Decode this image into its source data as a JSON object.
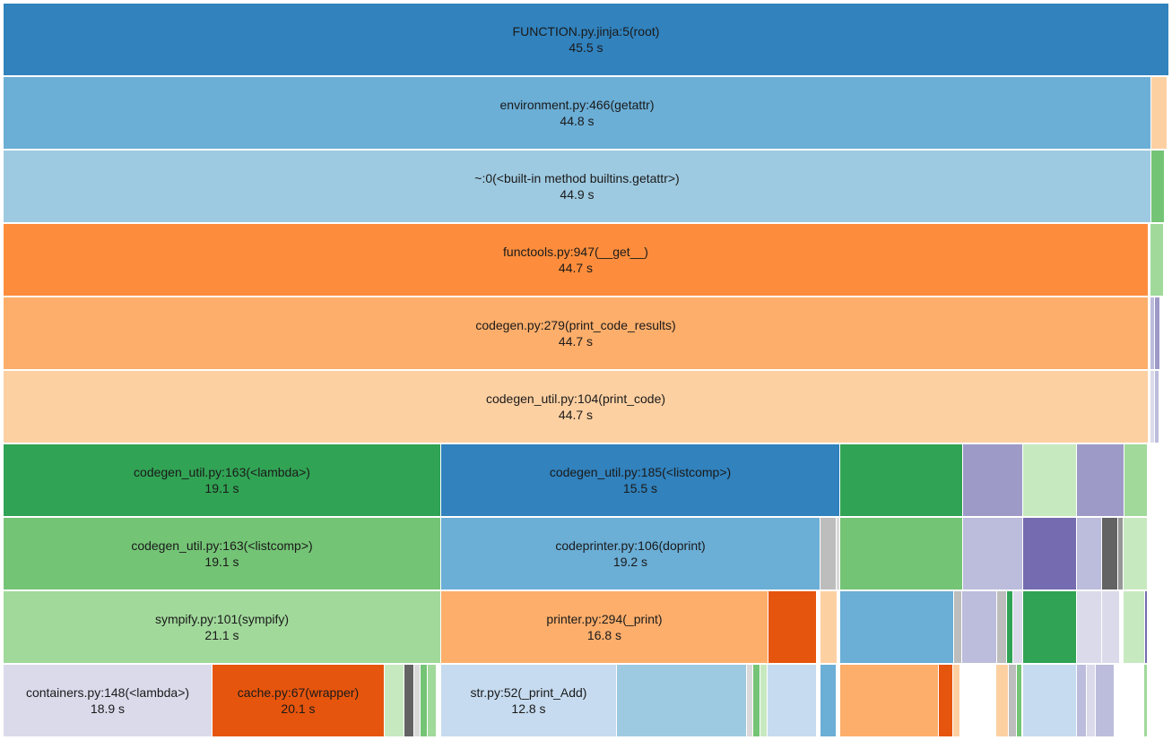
{
  "chart_data": {
    "type": "icicle",
    "unit": "s",
    "rows": [
      [
        {
          "label": "FUNCTION.py.jinja:5(root)",
          "value": "45.5 s",
          "color": "#3182bd"
        }
      ],
      [
        {
          "label": "environment.py:466(getattr)",
          "value": "44.8 s",
          "color": "#6baed6"
        },
        {
          "label": "",
          "value": "",
          "color": "#fdd0a2"
        }
      ],
      [
        {
          "label": "~:0(<built-in method builtins.getattr>)",
          "value": "44.9 s",
          "color": "#9ecae1"
        },
        {
          "label": "",
          "value": "",
          "color": "#74c476"
        }
      ],
      [
        {
          "label": "functools.py:947(__get__)",
          "value": "44.7 s",
          "color": "#fd8d3c"
        },
        {
          "label": "",
          "value": "",
          "color": "#a1d99b"
        }
      ],
      [
        {
          "label": "codegen.py:279(print_code_results)",
          "value": "44.7 s",
          "color": "#fdae6b"
        },
        {
          "label": "",
          "value": "",
          "color": "#bcbddc"
        },
        {
          "label": "",
          "value": "",
          "color": "#9e9ac8"
        }
      ],
      [
        {
          "label": "codegen_util.py:104(print_code)",
          "value": "44.7 s",
          "color": "#fdd0a2"
        },
        {
          "label": "",
          "value": "",
          "color": "#dadaeb"
        },
        {
          "label": "",
          "value": "",
          "color": "#bcbddc"
        }
      ],
      [
        {
          "label": "codegen_util.py:163(<lambda>)",
          "value": "19.1 s",
          "color": "#31a354"
        },
        {
          "label": "codegen_util.py:185(<listcomp>)",
          "value": "15.5 s",
          "color": "#3182bd"
        },
        {
          "label": "",
          "value": "",
          "color": "#31a354"
        },
        {
          "label": "",
          "value": "",
          "color": "#9e9ac8"
        },
        {
          "label": "",
          "value": "",
          "color": "#c7e9c0"
        },
        {
          "label": "",
          "value": "",
          "color": "#9e9ac8"
        },
        {
          "label": "",
          "value": "",
          "color": "#a1d99b"
        }
      ],
      [
        {
          "label": "codegen_util.py:163(<listcomp>)",
          "value": "19.1 s",
          "color": "#74c476"
        },
        {
          "label": "codeprinter.py:106(doprint)",
          "value": "19.2 s",
          "color": "#6baed6"
        },
        {
          "label": "",
          "value": "",
          "color": "#bdbdbd"
        },
        {
          "label": "",
          "value": "",
          "color": "#d9d9d9"
        },
        {
          "label": "",
          "value": "",
          "color": "#74c476"
        },
        {
          "label": "",
          "value": "",
          "color": "#bcbddc"
        },
        {
          "label": "",
          "value": "",
          "color": "#756bb1"
        },
        {
          "label": "",
          "value": "",
          "color": "#bcbddc"
        },
        {
          "label": "",
          "value": "",
          "color": "#636363"
        },
        {
          "label": "",
          "value": "",
          "color": "#969696"
        },
        {
          "label": "",
          "value": "",
          "color": "#c7e9c0"
        }
      ],
      [
        {
          "label": "sympify.py:101(sympify)",
          "value": "21.1 s",
          "color": "#a1d99b"
        },
        {
          "label": "printer.py:294(_print)",
          "value": "16.8 s",
          "color": "#fdae6b"
        },
        {
          "label": "",
          "value": "",
          "color": "#e6550d"
        },
        {
          "label": "",
          "value": "",
          "color": "#ffffff"
        },
        {
          "label": "",
          "value": "",
          "color": "#fdd0a2"
        },
        {
          "label": "",
          "value": "",
          "color": "#6baed6"
        },
        {
          "label": "",
          "value": "",
          "color": "#bdbdbd"
        },
        {
          "label": "",
          "value": "",
          "color": "#bcbddc"
        },
        {
          "label": "",
          "value": "",
          "color": "#bdbdbd"
        },
        {
          "label": "",
          "value": "",
          "color": "#31a354"
        },
        {
          "label": "",
          "value": "",
          "color": "#dadaeb"
        },
        {
          "label": "",
          "value": "",
          "color": "#31a354"
        },
        {
          "label": "",
          "value": "",
          "color": "#dadaeb"
        },
        {
          "label": "",
          "value": "",
          "color": "#dadaeb"
        },
        {
          "label": "",
          "value": "",
          "color": "#c7e9c0"
        },
        {
          "label": "",
          "value": "",
          "color": "#756bb1"
        }
      ],
      [
        {
          "label": "containers.py:148(<lambda>)",
          "value": "18.9 s",
          "color": "#dadaeb"
        },
        {
          "label": "cache.py:67(wrapper)",
          "value": "20.1 s",
          "color": "#e6550d"
        },
        {
          "label": "",
          "value": "",
          "color": "#c7e9c0"
        },
        {
          "label": "",
          "value": "",
          "color": "#636363"
        },
        {
          "label": "",
          "value": "",
          "color": "#d9d9d9"
        },
        {
          "label": "",
          "value": "",
          "color": "#74c476"
        },
        {
          "label": "",
          "value": "",
          "color": "#a1d99b"
        },
        {
          "label": "str.py:52(_print_Add)",
          "value": "12.8 s",
          "color": "#c6dbef"
        },
        {
          "label": "",
          "value": "",
          "color": "#9ecae1"
        },
        {
          "label": "",
          "value": "",
          "color": "#d9d9d9"
        },
        {
          "label": "",
          "value": "",
          "color": "#74c476"
        },
        {
          "label": "",
          "value": "",
          "color": "#c7e9c0"
        },
        {
          "label": "",
          "value": "",
          "color": "#c6dbef"
        },
        {
          "label": "",
          "value": "",
          "color": "#6baed6"
        },
        {
          "label": "",
          "value": "",
          "color": "#fdae6b"
        },
        {
          "label": "",
          "value": "",
          "color": "#e6550d"
        },
        {
          "label": "",
          "value": "",
          "color": "#fdd0a2"
        },
        {
          "label": "",
          "value": "",
          "color": "#fdd0a2"
        },
        {
          "label": "",
          "value": "",
          "color": "#bdbdbd"
        },
        {
          "label": "",
          "value": "",
          "color": "#74c476"
        },
        {
          "label": "",
          "value": "",
          "color": "#c6dbef"
        },
        {
          "label": "",
          "value": "",
          "color": "#bcbddc"
        },
        {
          "label": "",
          "value": "",
          "color": "#dadaeb"
        },
        {
          "label": "",
          "value": "",
          "color": "#bcbddc"
        },
        {
          "label": "",
          "value": "",
          "color": "#a1d99b"
        }
      ]
    ]
  }
}
